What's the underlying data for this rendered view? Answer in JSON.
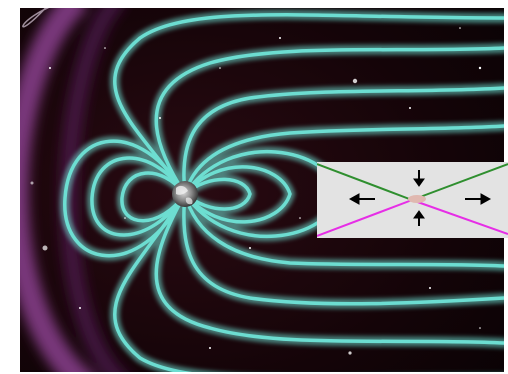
{
  "scene": {
    "subject": "earth-magnetosphere",
    "colors": {
      "space": "#120408",
      "field_lines": "#6fe3d6",
      "bow_shock": "#8a3f8e",
      "inset_background": "#e3e3e3",
      "inset_upper_line": "#2f8f2f",
      "inset_lower_line": "#e62ee6",
      "arrows": "#000000"
    }
  },
  "inset": {
    "diagram": "magnetic-reconnection-x-point",
    "arrows": [
      "up",
      "down",
      "left",
      "right"
    ]
  }
}
